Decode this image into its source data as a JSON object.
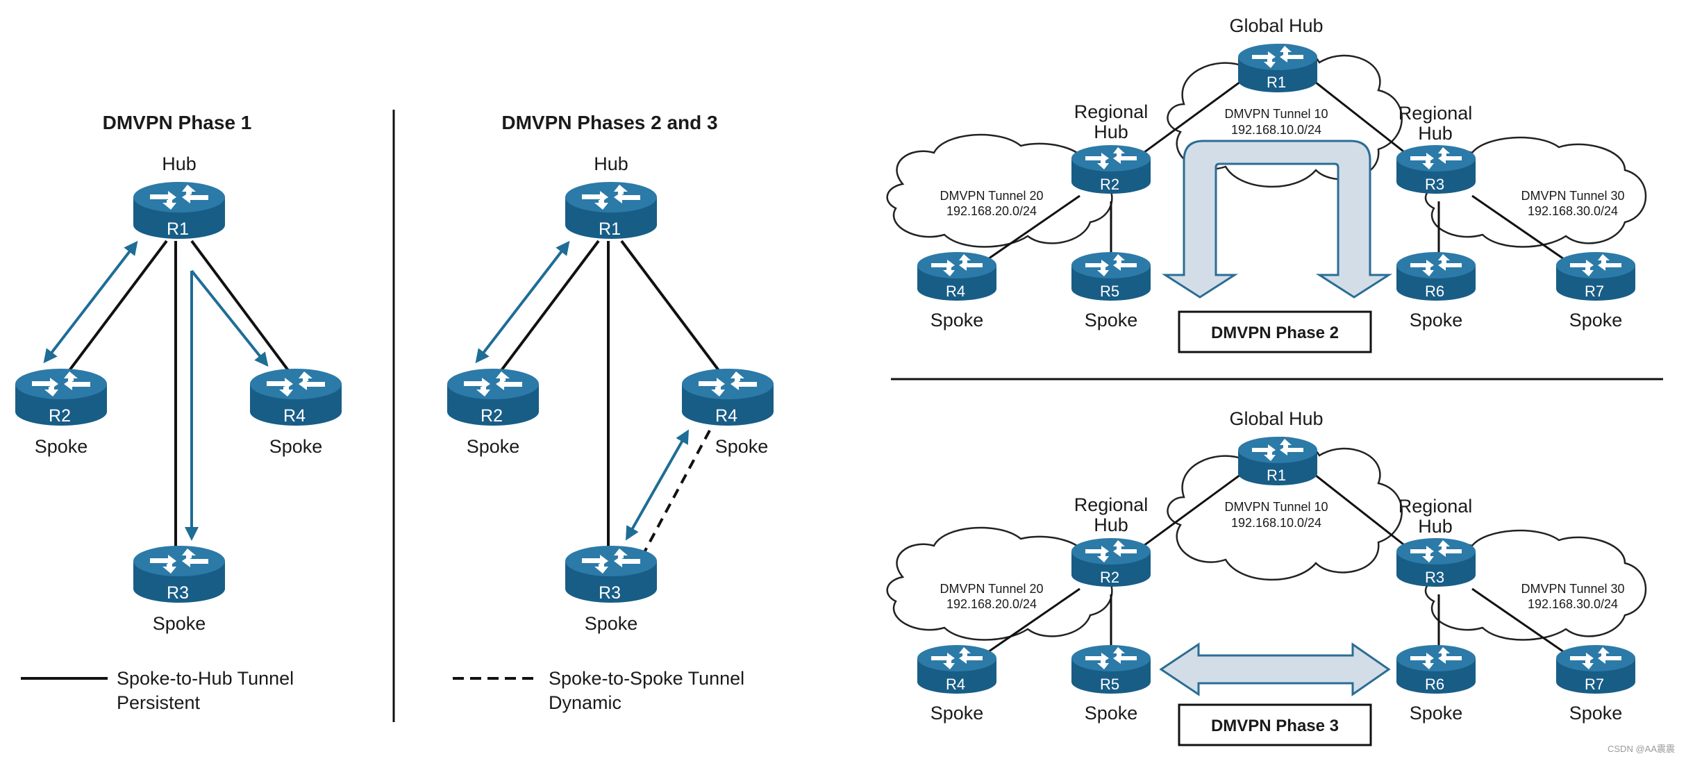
{
  "phase1": {
    "title": "DMVPN Phase 1",
    "hub_label": "Hub",
    "routers": {
      "r1": "R1",
      "r2": "R2",
      "r3": "R3",
      "r4": "R4"
    },
    "spoke_label": "Spoke",
    "legend": {
      "line1": "Spoke-to-Hub Tunnel",
      "line2": "Persistent"
    }
  },
  "phase23": {
    "title": "DMVPN Phases 2 and 3",
    "hub_label": "Hub",
    "routers": {
      "r1": "R1",
      "r2": "R2",
      "r3": "R3",
      "r4": "R4"
    },
    "spoke_label": "Spoke",
    "legend": {
      "line1": "Spoke-to-Spoke Tunnel",
      "line2": "Dynamic"
    }
  },
  "hierarchy": {
    "global_hub": "Global Hub",
    "regional_line1": "Regional",
    "regional_line2": "Hub",
    "spoke_label": "Spoke",
    "routers": {
      "r1": "R1",
      "r2": "R2",
      "r3": "R3",
      "r4": "R4",
      "r5": "R5",
      "r6": "R6",
      "r7": "R7"
    },
    "tunnel10": {
      "name": "DMVPN Tunnel 10",
      "subnet": "192.168.10.0/24"
    },
    "tunnel20": {
      "name": "DMVPN Tunnel 20",
      "subnet": "192.168.20.0/24"
    },
    "tunnel30": {
      "name": "DMVPN Tunnel 30",
      "subnet": "192.168.30.0/24"
    },
    "phase2_box": "DMVPN Phase 2",
    "phase3_box": "DMVPN Phase 3"
  },
  "watermark": "CSDN @AA震震",
  "colors": {
    "router": "#1f6b96",
    "arrow": "#1e6d96",
    "flow_fill": "#d3dde8",
    "flow_stroke": "#2a6d94"
  }
}
